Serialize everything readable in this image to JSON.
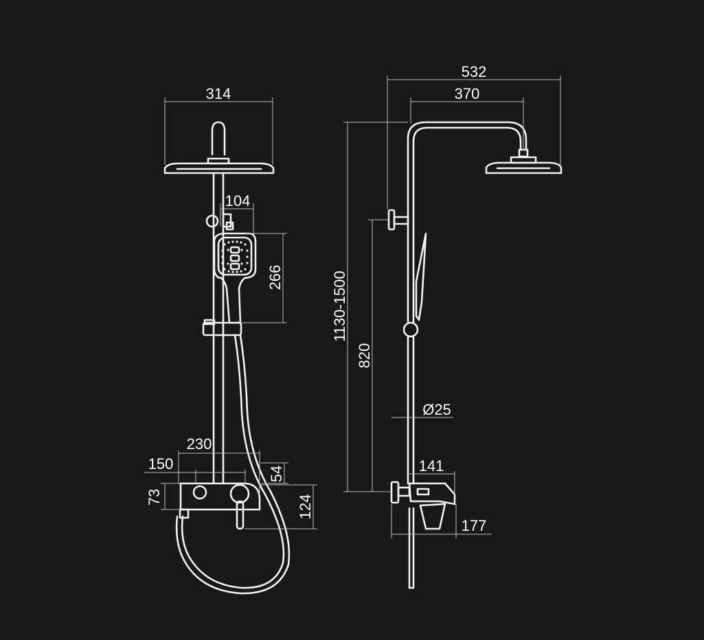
{
  "colors": {
    "background": "#1a1717",
    "line": "#f2f2f2",
    "dimension": "#bdbdbd",
    "text": "#ffffff"
  },
  "front_view": {
    "dims": {
      "head_width": "314",
      "arm_offset": "104",
      "handset_height": "266",
      "mixer_span_230": "230",
      "mixer_span_150": "150",
      "body_height_73": "73",
      "outlet_54": "54",
      "body_depth_124": "124"
    }
  },
  "side_view": {
    "dims": {
      "total_width": "532",
      "arm_reach": "370",
      "adjustable_height": "1130-1500",
      "rail_height": "820",
      "pipe_diameter": "Ø25",
      "spout_141": "141",
      "spout_177": "177"
    }
  }
}
